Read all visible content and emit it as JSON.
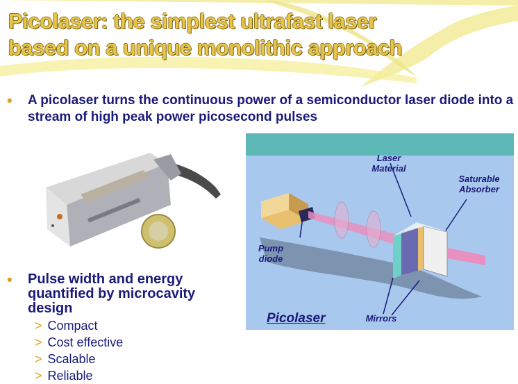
{
  "title_line1": "Picolaser: the simplest ultrafast laser",
  "title_line2": "based on a unique monolithic approach",
  "bullet1": "A picolaser turns the continuous power of a semiconductor laser diode into a stream  of high peak power picosecond  pulses",
  "bullet2": "Pulse width and energy quantified by microcavity design",
  "sub_items": [
    "Compact",
    "Cost effective",
    "Scalable",
    "Reliable"
  ],
  "sub_marker": ">",
  "diagram": {
    "laser_material": "Laser Material",
    "saturable_absorber": "Saturable Absorber",
    "pump_diode": "Pump diode",
    "mirrors": "Mirrors",
    "picolaser": "Picolaser"
  },
  "colors": {
    "title": "#e8c44a",
    "text": "#1a1a7a",
    "bullet": "#e0a020",
    "diagram_bg": "#a9c8ee",
    "diagram_top": "#5fb8b8",
    "beam": "#e890c0"
  }
}
